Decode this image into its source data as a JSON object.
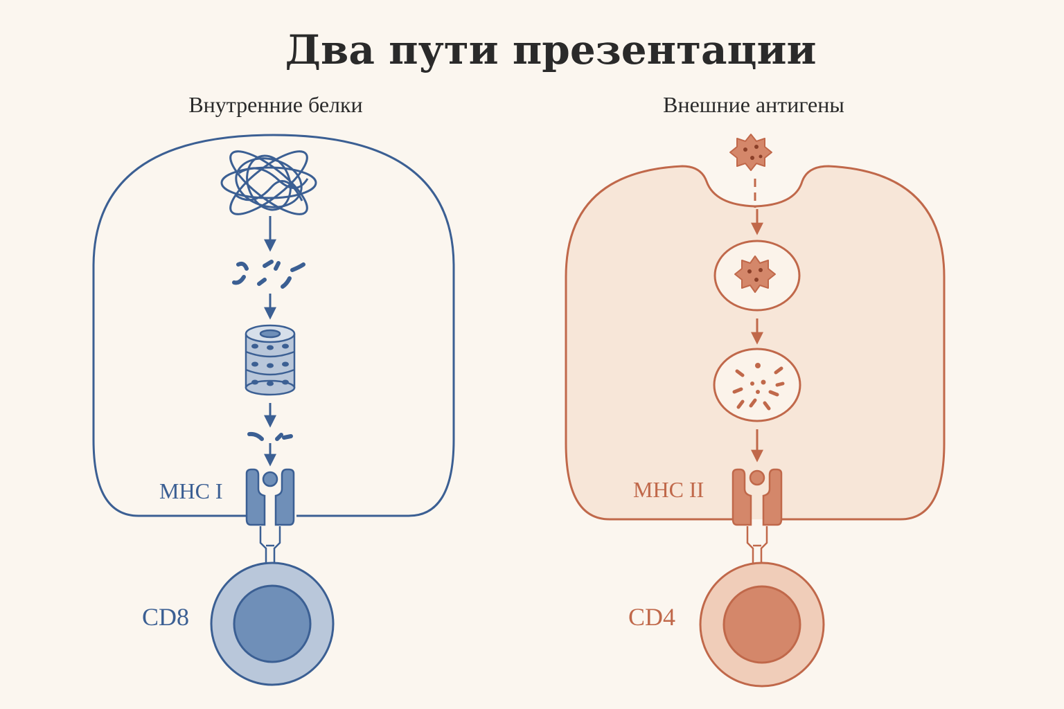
{
  "title": "Два пути презентации",
  "left_panel": {
    "heading": "Внутренние белки",
    "receptor_label": "MHC I",
    "tcell_label": "CD8",
    "colors": {
      "stroke": "#3b5f93",
      "fill": "#6f8fb8",
      "light": "#b9c7da"
    }
  },
  "right_panel": {
    "heading": "Внешние антигены",
    "receptor_label": "MHC II",
    "tcell_label": "CD4",
    "colors": {
      "stroke": "#c0684a",
      "fill": "#d4876a",
      "light": "#f0cdb9",
      "cell_fill": "#f7e6d8"
    }
  },
  "icons": {
    "left": [
      "tangled-protein-icon",
      "peptide-fragments-icon",
      "proteasome-icon",
      "peptides-icon",
      "mhc-class-1-icon",
      "cd8-t-cell-icon"
    ],
    "right": [
      "antigen-particle-icon",
      "phagosome-icon",
      "phagolysosome-icon",
      "mhc-class-2-icon",
      "cd4-t-cell-icon"
    ]
  }
}
